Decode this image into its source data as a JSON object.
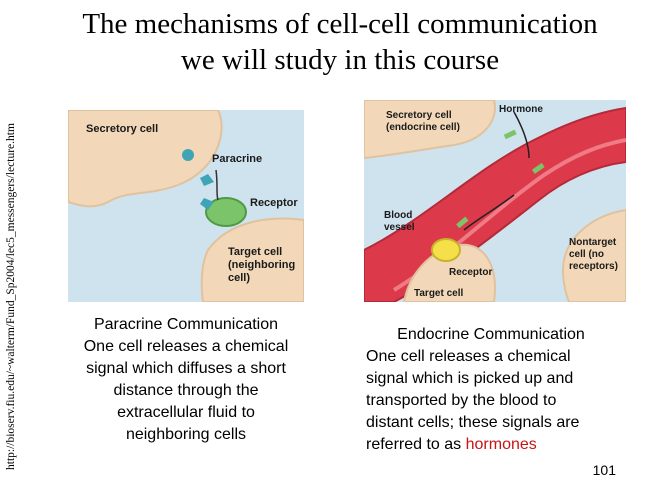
{
  "sidebar": {
    "url_text": "http://bioserv.fiu.edu/~walterm/Fund_Sp2004/lec5_messengers/lecture.htm"
  },
  "slide": {
    "title_line1": "The mechanisms of cell-cell communication",
    "title_line2": "we will study in this course",
    "page_number": "101"
  },
  "figure_left": {
    "label_secretory": "Secretory cell",
    "label_paracrine": "Paracrine",
    "label_receptor": "Receptor",
    "label_target_1": "Target cell",
    "label_target_2": "(neighboring",
    "label_target_3": "cell)"
  },
  "figure_right": {
    "label_secretory_1": "Secretory cell",
    "label_secretory_2": "(endocrine cell)",
    "label_hormone": "Hormone",
    "label_blood_1": "Blood",
    "label_blood_2": "vessel",
    "label_nontarget_1": "Nontarget",
    "label_nontarget_2": "cell (no",
    "label_nontarget_3": "receptors)",
    "label_receptor": "Receptor",
    "label_target": "Target cell"
  },
  "caption_left": {
    "line1": "Paracrine Communication",
    "line2": "One cell releases a chemical",
    "line3": "signal which diffuses a short",
    "line4": "distance through the",
    "line5": "extracellular fluid to",
    "line6": "neighboring cells"
  },
  "caption_right": {
    "line1": "Endocrine Communication",
    "line2": "One cell releases a chemical",
    "line3": "signal which is picked up and",
    "line4": "transported by the blood to",
    "line5": "distant cells; these signals are",
    "line6_prefix": "referred to as ",
    "line6_highlight": "hormones"
  },
  "colors": {
    "highlight": "#c81414",
    "figure_bg": "#cfe3ef",
    "cell_fill": "#f2d8b8",
    "vessel_fill": "#dc3a4a",
    "receptor_green": "#7cc46a",
    "receptor_yellow": "#f5e04a"
  }
}
